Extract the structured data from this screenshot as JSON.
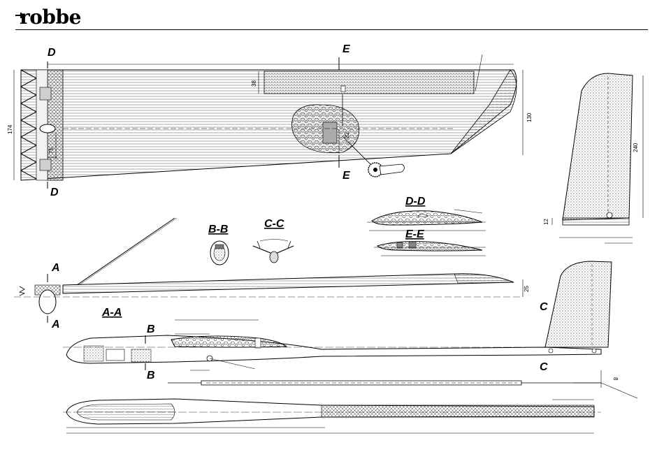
{
  "brand": {
    "name": "robbe"
  },
  "sections": {
    "d_top": "D",
    "d_bottom": "D",
    "e_top": "E",
    "e_bottom": "E",
    "a_top": "A",
    "a_bottom": "A",
    "aa": "A-A",
    "b_top": "B",
    "b_bottom": "B",
    "bb": "B-B",
    "c_top": "C",
    "c_bottom": "C",
    "cc": "C-C",
    "dd": "D-D",
    "ee": "E-E"
  },
  "dimensions": {
    "wing_chord_root": "174",
    "wing_chord_tip": "130",
    "aileron_width": "38",
    "servo_offset": "32",
    "spar_offset": "75",
    "fin_height": "240",
    "rudder_width": "12",
    "tail_height": "25",
    "rod_dim": "8"
  },
  "colors": {
    "ink": "#000000",
    "fill": "#d9d9d9",
    "hatch": "#888888"
  }
}
